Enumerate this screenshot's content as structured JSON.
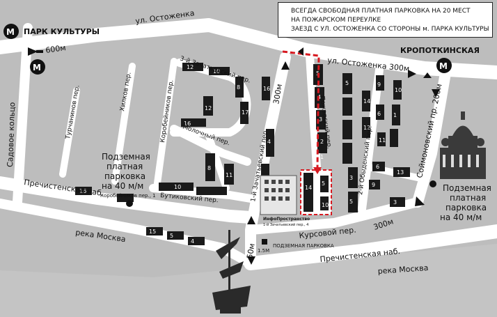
{
  "info_box": {
    "line1": "ВСЕГДА СВОБОДНАЯ ПЛАТНАЯ ПАРКОВКА НА 20 МЕСТ",
    "line2": "НА ПОЖАРСКОМ ПЕРЕУЛКЕ",
    "line3": "ЗАЕЗД С УЛ. ОСТОЖЕНКА СО СТОРОНЫ м. ПАРКА КУЛЬТУРЫ"
  },
  "metro": {
    "symbol": "М",
    "park_kultury": "ПАРК КУЛЬТУРЫ",
    "kropotkinskaya": "КРОПОТКИНСКАЯ"
  },
  "streets": {
    "ostozhenka_top": "ул. Остоженка",
    "ostozhenka_right": "ул. Остоженка 300м",
    "sadovoe": "Садовое кольцо",
    "turchaninov": "Турчанинов пер.",
    "khilkov": "Хилков пер.",
    "korobeinikov": "Коробейников пер.",
    "zachatyevsky3": "3-й Зачатьевский пер.",
    "molochny": "Молочный пер.",
    "zachatyevsky1": "1-й Зачатьевский пер.",
    "pozharsky": "Пожарский пер.",
    "obydensky2": "2-й Обыденский пер.",
    "soymonovsky": "Соймоновский пр. 200м",
    "butikovsky": "Бутиковский пер.",
    "kursovoy": "Курсовой пер.",
    "prechistenskaya_left": "Пречистенская наб.",
    "prechistenskaya_right": "Пречистенская наб.",
    "river_left": "река Москва",
    "river_right": "река Москва"
  },
  "distances": {
    "d600": "600м",
    "d300_vert": "300м",
    "d300_kurs": "300м",
    "d50": "50м"
  },
  "parking_left": {
    "line1": "Подземная",
    "line2": "платная",
    "line3": "парковка",
    "line4": "на 40 м/м",
    "addr": "Коробейников пер., 1"
  },
  "parking_right": {
    "line1": "Подземная",
    "line2": "платная",
    "line3": "парковка",
    "line4": "на 40 м/м"
  },
  "building": {
    "name": "ИнфоПространство",
    "addr": "1-й Зачатьевский пер., 4"
  },
  "underground_label": "ПОДЗЕМНАЯ ПАРКОВКА",
  "scale_label": "1.5М",
  "house_numbers": [
    "5",
    "4",
    "3",
    "2",
    "1",
    "5",
    "12",
    "17",
    "16",
    "8",
    "11",
    "10",
    "16",
    "15",
    "5",
    "4",
    "14",
    "12",
    "9",
    "6",
    "11",
    "10",
    "1",
    "3",
    "5",
    "9",
    "6",
    "13",
    "16",
    "12",
    "10",
    "8",
    "4",
    "1",
    "3",
    "14",
    "10",
    "5",
    "2"
  ]
}
